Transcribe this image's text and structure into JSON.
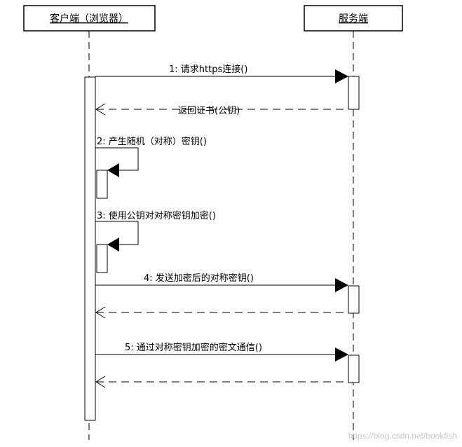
{
  "participants": {
    "client": "客户端（浏览器）",
    "server": "服务端"
  },
  "messages": {
    "m1": "1: 请求https连接()",
    "m2": "返回证书(公钥)",
    "m3": "2: 产生随机（对称）密钥()",
    "m4": "3: 使用公钥对对称密钥加密()",
    "m5": "4: 发送加密后的对称密钥()",
    "m6": "5: 通过对称密钥加密的密文通信()"
  },
  "watermark": "https://blog.csdn.net/bookfish"
}
